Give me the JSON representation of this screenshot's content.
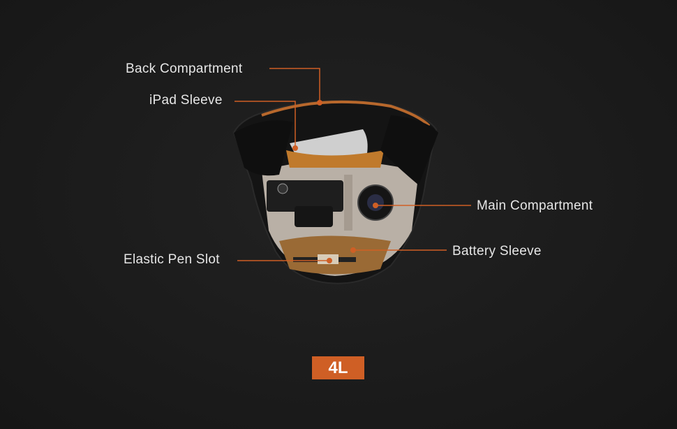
{
  "callouts": {
    "back_compartment": "Back Compartment",
    "ipad_sleeve": "iPad Sleeve",
    "main_compartment": "Main Compartment",
    "battery_sleeve": "Battery Sleeve",
    "elastic_pen_slot": "Elastic Pen Slot"
  },
  "capacity_badge": "4L",
  "colors": {
    "accent": "#cf5f25",
    "background": "#1c1c1c",
    "text": "#e6e6e6"
  }
}
